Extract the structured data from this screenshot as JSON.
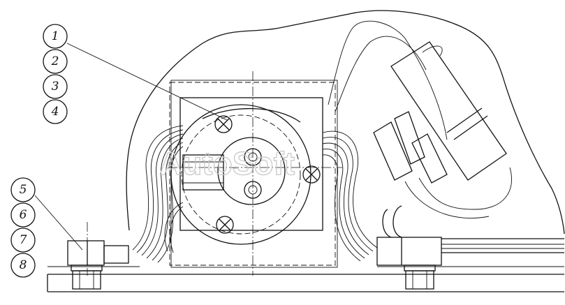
{
  "callouts": [
    {
      "id": "1",
      "label": "1"
    },
    {
      "id": "2",
      "label": "2"
    },
    {
      "id": "3",
      "label": "3"
    },
    {
      "id": "4",
      "label": "4"
    },
    {
      "id": "5",
      "label": "5"
    },
    {
      "id": "6",
      "label": "6"
    },
    {
      "id": "7",
      "label": "7"
    },
    {
      "id": "8",
      "label": "8"
    }
  ],
  "watermark": "AutoSoft"
}
